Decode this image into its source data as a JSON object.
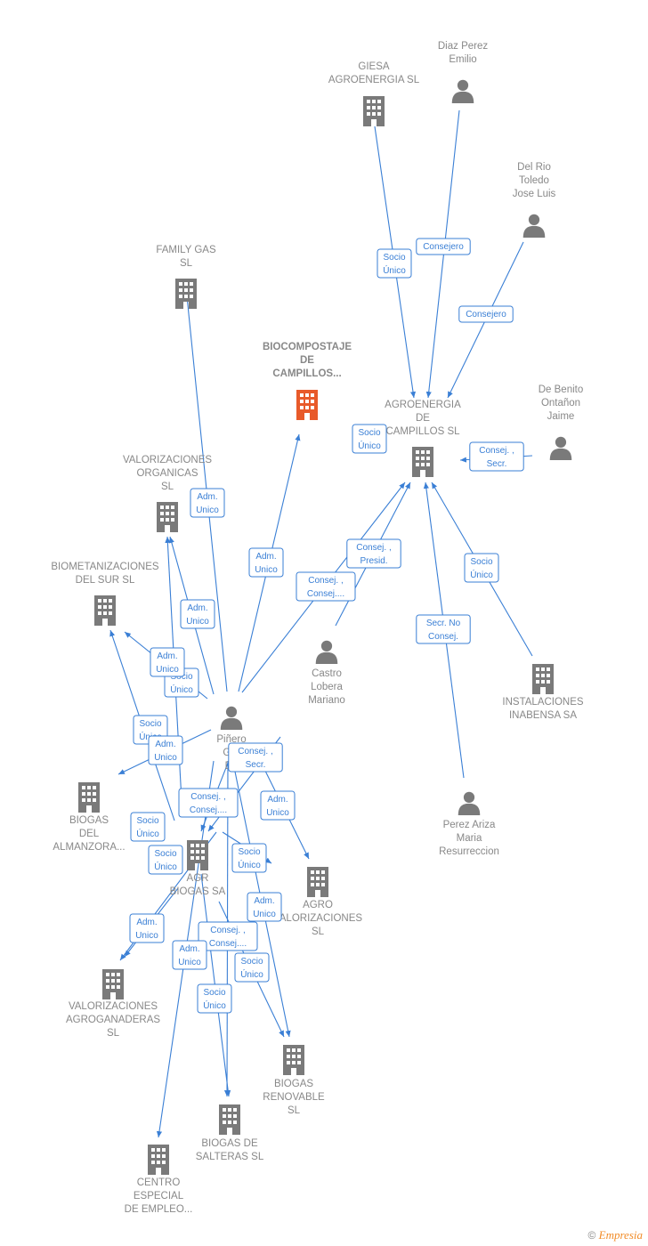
{
  "colors": {
    "edge": "#3a7fd5",
    "node": "#7a7a7a",
    "main_node": "#e85a2a",
    "label": "#888888"
  },
  "nodes": [
    {
      "id": "giesa",
      "type": "company",
      "lines": [
        "GIESA",
        "AGROENERGIA SL"
      ]
    },
    {
      "id": "diaz",
      "type": "person",
      "lines": [
        "Diaz Perez",
        "Emilio"
      ]
    },
    {
      "id": "delrio",
      "type": "person",
      "lines": [
        "Del Rio",
        "Toledo",
        "Jose Luis"
      ]
    },
    {
      "id": "familygas",
      "type": "company",
      "lines": [
        "FAMILY GAS",
        "SL"
      ]
    },
    {
      "id": "biocompostaje",
      "type": "company",
      "main": true,
      "lines": [
        "BIOCOMPOSTAJE",
        "DE",
        "CAMPILLOS..."
      ]
    },
    {
      "id": "agroenergia",
      "type": "company",
      "lines": [
        "AGROENERGIA",
        "DE",
        "CAMPILLOS SL"
      ]
    },
    {
      "id": "debenito",
      "type": "person",
      "lines": [
        "De Benito",
        "Ontañon",
        "Jaime"
      ]
    },
    {
      "id": "valorg",
      "type": "company",
      "lines": [
        "VALORIZACIONES",
        "ORGANICAS",
        "SL"
      ]
    },
    {
      "id": "biomet",
      "type": "company",
      "lines": [
        "BIOMETANIZACIONES",
        "DEL SUR  SL"
      ]
    },
    {
      "id": "castro",
      "type": "person",
      "lines": [
        "Castro",
        "Lobera",
        "Mariano"
      ]
    },
    {
      "id": "inabensa",
      "type": "company",
      "lines": [
        "INSTALACIONES",
        "INABENSA SA"
      ]
    },
    {
      "id": "pinero",
      "type": "person",
      "lines": [
        "Piñero",
        "Gra",
        "Da"
      ]
    },
    {
      "id": "perez",
      "type": "person",
      "lines": [
        "Perez Ariza",
        "Maria",
        "Resurreccion"
      ]
    },
    {
      "id": "almanzora",
      "type": "company",
      "lines": [
        "BIOGAS",
        "DEL",
        "ALMANZORA..."
      ]
    },
    {
      "id": "agrbiogas",
      "type": "company",
      "lines": [
        "AGR",
        "BIOGAS SA"
      ]
    },
    {
      "id": "agroval",
      "type": "company",
      "lines": [
        "AGRO",
        "VALORIZACIONES",
        "SL"
      ]
    },
    {
      "id": "valagro",
      "type": "company",
      "lines": [
        "VALORIZACIONES",
        "AGROGANADERAS",
        "SL"
      ]
    },
    {
      "id": "renovable",
      "type": "company",
      "lines": [
        "BIOGAS",
        "RENOVABLE",
        "SL"
      ]
    },
    {
      "id": "salteras",
      "type": "company",
      "lines": [
        "BIOGAS DE",
        "SALTERAS  SL"
      ]
    },
    {
      "id": "centro",
      "type": "company",
      "lines": [
        "CENTRO",
        "ESPECIAL",
        "DE EMPLEO..."
      ]
    }
  ],
  "edges": [
    {
      "from": "giesa",
      "to": "agroenergia",
      "label": [
        "Socio",
        "Único"
      ]
    },
    {
      "from": "diaz",
      "to": "agroenergia",
      "label": [
        "Consejero"
      ]
    },
    {
      "from": "delrio",
      "to": "agroenergia",
      "label": [
        "Consejero"
      ]
    },
    {
      "from": "agroenergia",
      "to": "agroenergia",
      "label": [
        "Socio",
        "Único"
      ]
    },
    {
      "from": "debenito",
      "to": "agroenergia",
      "label": [
        "Consej. ,",
        "Secr."
      ]
    },
    {
      "from": "inabensa",
      "to": "agroenergia",
      "label": [
        "Socio",
        "Único"
      ]
    },
    {
      "from": "perez",
      "to": "agroenergia",
      "label": [
        "Secr.  No",
        "Consej."
      ]
    },
    {
      "from": "castro",
      "to": "agroenergia",
      "label": [
        "Consej. ,",
        "Presid."
      ]
    },
    {
      "from": "pinero",
      "to": "agroenergia",
      "label": [
        "Consej. ,",
        "Consej...."
      ]
    },
    {
      "from": "pinero",
      "to": "familygas",
      "label": [
        "Adm.",
        "Unico"
      ]
    },
    {
      "from": "pinero",
      "to": "biocompostaje",
      "label": [
        "Adm.",
        "Unico"
      ]
    },
    {
      "from": "pinero",
      "to": "valorg",
      "label": [
        "Adm.",
        "Unico"
      ]
    },
    {
      "from": "agrbiogas",
      "to": "valorg",
      "label": [
        "Socio",
        "Único"
      ]
    },
    {
      "from": "pinero",
      "to": "biomet",
      "label": [
        "Adm.",
        "Unico"
      ]
    },
    {
      "from": "agrbiogas",
      "to": "biomet",
      "label": [
        "Socio",
        "Único"
      ]
    },
    {
      "from": "pinero",
      "to": "almanzora",
      "label": [
        "Adm.",
        "Unico"
      ]
    },
    {
      "from": "agrbiogas",
      "to": "almanzora",
      "label": [
        "Socio",
        "Único"
      ]
    },
    {
      "from": "castro",
      "to": "agrbiogas",
      "label": [
        "Consej. ,",
        "Secr."
      ]
    },
    {
      "from": "pinero",
      "to": "agrbiogas",
      "label": [
        "Consej. ,",
        "Consej...."
      ]
    },
    {
      "from": "pinero",
      "to": "agroval",
      "label": [
        "Adm.",
        "Unico"
      ]
    },
    {
      "from": "agrbiogas",
      "to": "agroval",
      "label": [
        "Socio",
        "Único"
      ]
    },
    {
      "from": "pinero",
      "to": "valagro",
      "label": [
        "Adm.",
        "Unico"
      ]
    },
    {
      "from": "agrbiogas",
      "to": "valagro",
      "label": [
        "Socio",
        "Único"
      ]
    },
    {
      "from": "pinero",
      "to": "renovable",
      "label": [
        "Adm.",
        "Unico"
      ]
    },
    {
      "from": "agrbiogas",
      "to": "renovable",
      "label": [
        "Socio",
        "Único"
      ]
    },
    {
      "from": "pinero",
      "to": "salteras",
      "label": [
        "Consej. ,",
        "Consej...."
      ]
    },
    {
      "from": "agrbiogas",
      "to": "salteras",
      "label": [
        "Socio",
        "Único"
      ]
    },
    {
      "from": "pinero",
      "to": "centro",
      "label": [
        "Adm.",
        "Unico"
      ]
    }
  ],
  "footer": {
    "copyright": "©",
    "brand": "Empresia"
  }
}
